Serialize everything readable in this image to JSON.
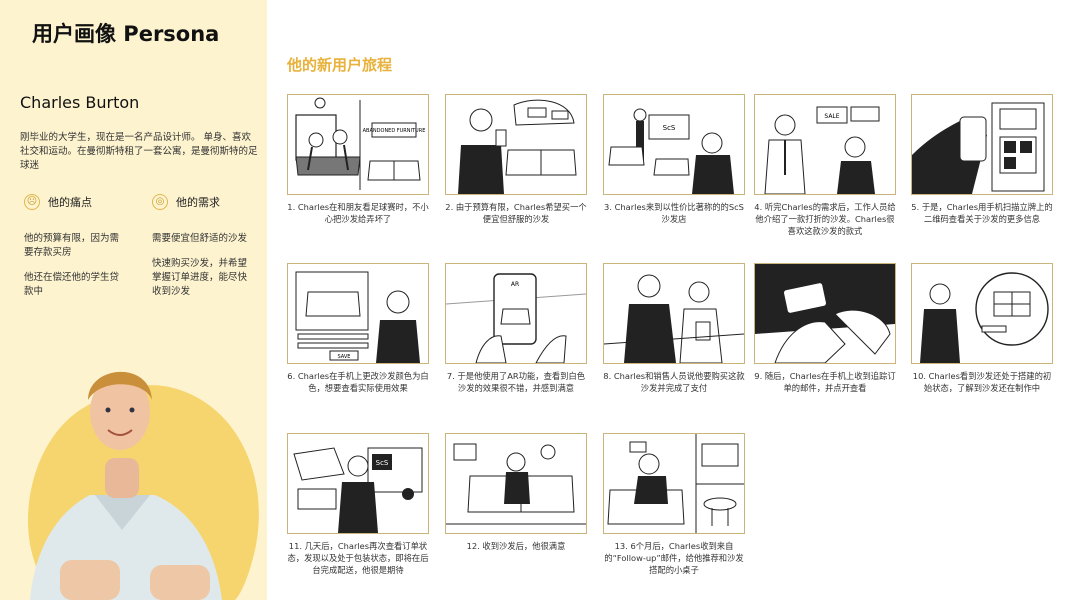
{
  "header": {
    "title": "用户画像   Persona"
  },
  "persona": {
    "name": "Charles Burton",
    "description": "刚毕业的大学生，现在是一名产品设计师。 单身、喜欢社交和运动。在曼彻斯特租了一套公寓，是曼彻斯特的足球迷"
  },
  "pain_points": {
    "heading": "他的痛点",
    "icon": "sad-face-icon",
    "items": [
      "他的预算有限，因为需要存款买房",
      "他还在偿还他的学生贷款中"
    ]
  },
  "needs": {
    "heading": "他的需求",
    "icon": "target-icon",
    "items": [
      "需要便宜但舒适的沙发",
      "快速购买沙发，并希望掌握订单进度，能尽快收到沙发"
    ]
  },
  "journey": {
    "title": "他的新用户旅程",
    "steps": [
      {
        "caption": "1. Charles在和朋友看足球赛时，不小心把沙发给弄坏了",
        "sign": "ABANDONED FURNITURE"
      },
      {
        "caption": "2. 由于预算有限，Charles希望买一个便宜但舒服的沙发",
        "sign": ""
      },
      {
        "caption": "3. Charles来到以性价比著称的的ScS沙发店",
        "sign": "ScS"
      },
      {
        "caption": "4. 听完Charles的需求后，工作人员给他介绍了一款打折的沙发。Charles很喜欢这款沙发的款式",
        "sign": "SALE"
      },
      {
        "caption": "5. 于是，Charles用手机扫描立牌上的二维码查看关于沙发的更多信息",
        "sign": ""
      },
      {
        "caption": "6. Charles在手机上更改沙发颜色为白色，想要查看实际使用效果",
        "sign": "SAVE"
      },
      {
        "caption": "7. 于是他使用了AR功能，查看到白色沙发的效果很不错，并感到满意",
        "sign": "AR"
      },
      {
        "caption": "8. Charles和销售人员说他要购买这款沙发并完成了支付",
        "sign": ""
      },
      {
        "caption": "9. 随后，Charles在手机上收到追踪订单的邮件，并点开查看",
        "sign": ""
      },
      {
        "caption": "10. Charles看到沙发还处于搭建的初始状态，了解到沙发还在制作中",
        "sign": ""
      },
      {
        "caption": "11. 几天后，Charles再次查看订单状态，发现以及处于包装状态，即将在后台完成配送，他很是期待",
        "sign": "ScS"
      },
      {
        "caption": "12. 收到沙发后，他很满意",
        "sign": ""
      },
      {
        "caption": "13. 6个月后，Charles收到来自的“Follow-up”邮件，给他推荐和沙发搭配的小桌子",
        "sign": ""
      }
    ]
  },
  "colors": {
    "left_panel_bg": "#fdf3cf",
    "accent": "#e8b23c",
    "blob": "#f6d56e",
    "panel_border": "#c9b57a"
  }
}
